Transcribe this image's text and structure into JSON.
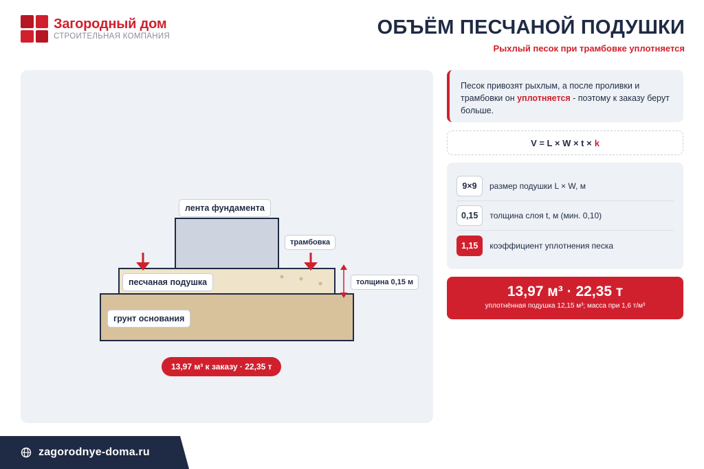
{
  "logo": {
    "name": "Загородный дом",
    "subtitle": "СТРОИТЕЛЬНАЯ КОМПАНИЯ"
  },
  "header": {
    "title": "ОБЪЁМ ПЕСЧАНОЙ ПОДУШКИ",
    "subtitle": "Рыхлый песок при трамбовке уплотняется"
  },
  "diagram": {
    "labels": {
      "foundation": "лента фундамента",
      "compaction": "трамбовка",
      "sand_cushion": "песчаная подушка",
      "thickness": "толщина 0,15 м",
      "ground": "грунт основания"
    },
    "result": "13,97 м³ к заказу · 22,35 т"
  },
  "note": {
    "text_before": "Песок привозят рыхлым, а после проливки и трамбовки он ",
    "highlight": "уплотняется",
    "text_after": " - поэтому к заказу берут больше."
  },
  "formula": {
    "expression": "V = L × W × t ×",
    "factor": "k"
  },
  "params": [
    {
      "value": "9×9",
      "label": "размер подушки L × W, м"
    },
    {
      "value": "0,15",
      "label": "толщина слоя t, м (мин. 0,10)"
    },
    {
      "value": "1,15",
      "label": "коэффициент уплотнения песка"
    }
  ],
  "total": {
    "main": "13,97 м³ · 22,35 т",
    "sub": "уплотнённая подушка 12,15 м³; масса при 1,6 т/м³"
  },
  "footer": {
    "url": "zagorodnye-doma.ru"
  },
  "colors": {
    "accent": "#d0202e",
    "navy": "#1f2a44",
    "sand": "#efe3c9",
    "ground": "#d8c29c",
    "foundation": "#cdd4e0"
  },
  "icons": {
    "footer": "globe-icon",
    "arrows": "arrow-down-icon"
  }
}
